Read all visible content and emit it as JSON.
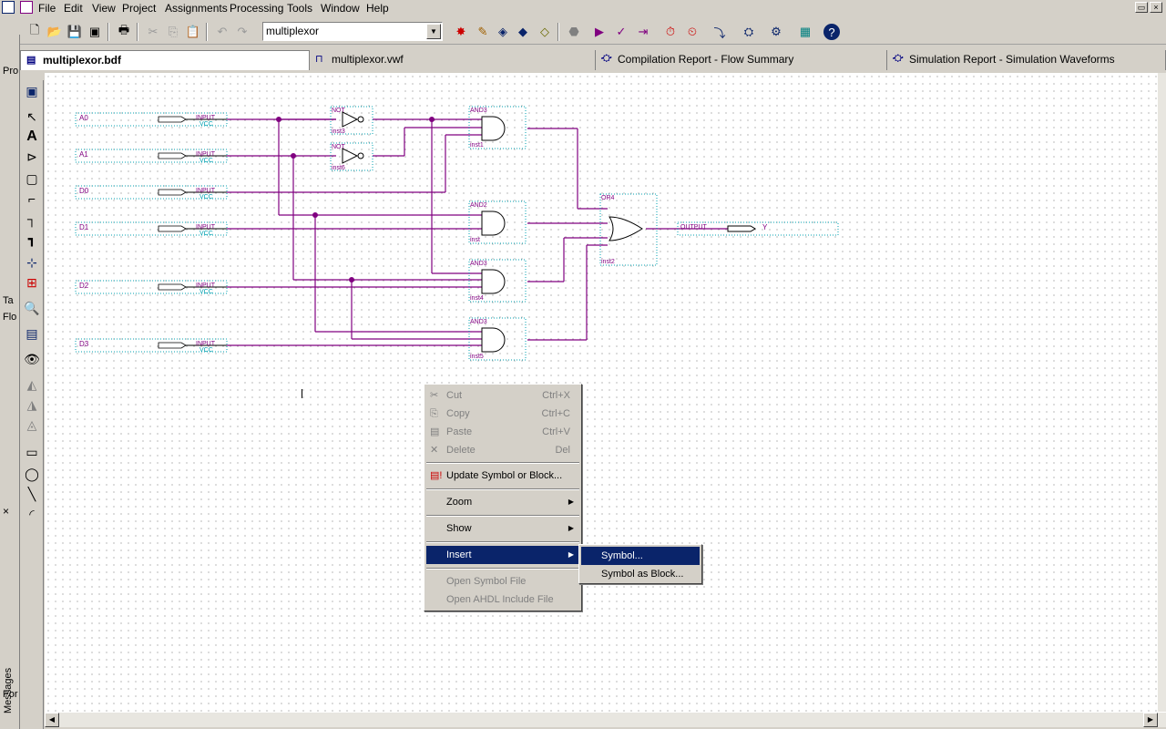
{
  "menubar": {
    "items": [
      "File",
      "Edit",
      "View",
      "Project",
      "Assignments",
      "Processing",
      "Tools",
      "Window",
      "Help"
    ]
  },
  "toolbar": {
    "project_combo": "multiplexor",
    "icons": [
      "new-file",
      "open",
      "save",
      "save-all",
      "print",
      "cut",
      "copy",
      "paste",
      "undo",
      "redo",
      "assignment-editor",
      "pin-planner",
      "settings",
      "compile",
      "stop",
      "start-compilation",
      "analysis",
      "synthesis",
      "timing",
      "simulation",
      "programmer",
      "help"
    ]
  },
  "tabs": [
    {
      "label": "multiplexor.bdf",
      "icon": "bdf"
    },
    {
      "label": "multiplexor.vwf",
      "icon": "waveform"
    },
    {
      "label": "Compilation Report - Flow Summary",
      "icon": "report"
    },
    {
      "label": "Simulation Report - Simulation Waveforms",
      "icon": "report"
    }
  ],
  "left_panel": {
    "labels": [
      "Pro",
      "Ta",
      "Flo",
      "For"
    ],
    "messages_label": "Messages",
    "close": "×"
  },
  "schematic": {
    "inputs": [
      {
        "name": "A0",
        "kind": "INPUT",
        "default": "VCC"
      },
      {
        "name": "A1",
        "kind": "INPUT",
        "default": "VCC"
      },
      {
        "name": "D0",
        "kind": "INPUT",
        "default": "VCC"
      },
      {
        "name": "D1",
        "kind": "INPUT",
        "default": "VCC"
      },
      {
        "name": "D2",
        "kind": "INPUT",
        "default": "VCC"
      },
      {
        "name": "D3",
        "kind": "INPUT",
        "default": "VCC"
      }
    ],
    "gates": [
      {
        "type": "NOT",
        "inst": "inst3"
      },
      {
        "type": "NOT",
        "inst": "inst6"
      },
      {
        "type": "AND3",
        "inst": "inst1"
      },
      {
        "type": "AND2",
        "inst": "inst"
      },
      {
        "type": "AND3",
        "inst": "inst4"
      },
      {
        "type": "AND3",
        "inst": "inst5"
      },
      {
        "type": "OR4",
        "inst": "inst2"
      }
    ],
    "output": {
      "name": "Y",
      "kind": "OUTPUT"
    }
  },
  "context_menu": {
    "items": [
      {
        "label": "Cut",
        "shortcut": "Ctrl+X",
        "disabled": true,
        "icon": "cut-icon"
      },
      {
        "label": "Copy",
        "shortcut": "Ctrl+C",
        "disabled": true,
        "icon": "copy-icon"
      },
      {
        "label": "Paste",
        "shortcut": "Ctrl+V",
        "disabled": true,
        "icon": "paste-icon"
      },
      {
        "label": "Delete",
        "shortcut": "Del",
        "disabled": true,
        "icon": "delete-icon"
      },
      {
        "label": "Update Symbol or Block...",
        "shortcut": "",
        "disabled": false,
        "icon": "update-icon"
      },
      {
        "label": "Zoom",
        "submenu": true,
        "disabled": false
      },
      {
        "label": "Show",
        "submenu": true,
        "disabled": false
      },
      {
        "label": "Insert",
        "submenu": true,
        "disabled": false,
        "selected": true
      },
      {
        "label": "Open Symbol File",
        "disabled": true
      },
      {
        "label": "Open AHDL Include File",
        "disabled": true
      }
    ],
    "submenu": [
      {
        "label": "Symbol...",
        "selected": true
      },
      {
        "label": "Symbol as Block..."
      }
    ]
  },
  "colors": {
    "wire": "#800080",
    "selection": "#0a246a",
    "chrome": "#d4d0c8",
    "symbol_box": "#00a0b0"
  }
}
